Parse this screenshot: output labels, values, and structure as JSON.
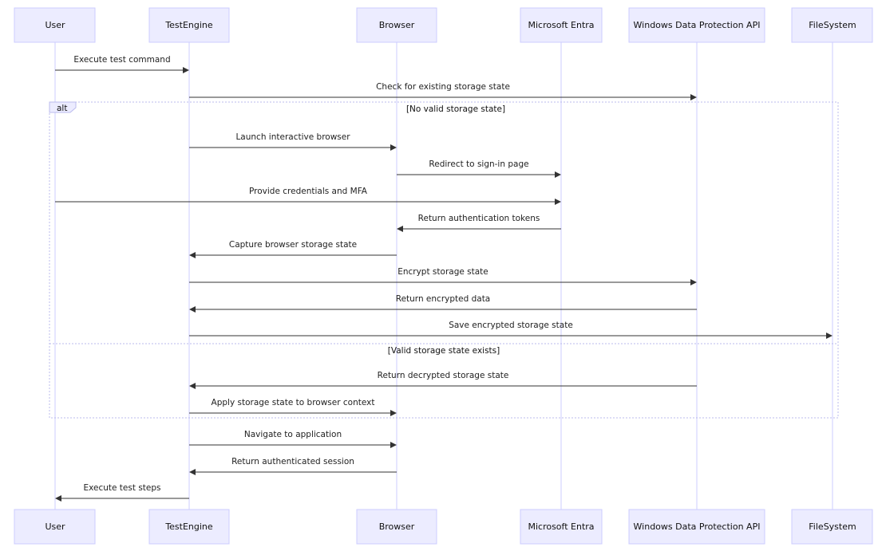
{
  "actors": [
    {
      "id": "user",
      "label": "User"
    },
    {
      "id": "testengine",
      "label": "TestEngine"
    },
    {
      "id": "browser",
      "label": "Browser"
    },
    {
      "id": "entra",
      "label": "Microsoft Entra"
    },
    {
      "id": "dpapi",
      "label": "Windows Data Protection API"
    },
    {
      "id": "fs",
      "label": "FileSystem"
    }
  ],
  "alt": {
    "label": "alt",
    "condition_1": "[No valid storage state]",
    "condition_2": "[Valid storage state exists]"
  },
  "messages": [
    {
      "from": "user",
      "to": "testengine",
      "text": "Execute test command"
    },
    {
      "from": "testengine",
      "to": "dpapi",
      "text": "Check for existing storage state"
    },
    {
      "from": "testengine",
      "to": "browser",
      "text": "Launch interactive browser"
    },
    {
      "from": "browser",
      "to": "entra",
      "text": "Redirect to sign-in page"
    },
    {
      "from": "user",
      "to": "entra",
      "text": "Provide credentials and MFA"
    },
    {
      "from": "entra",
      "to": "browser",
      "text": "Return authentication tokens"
    },
    {
      "from": "browser",
      "to": "testengine",
      "text": "Capture browser storage state"
    },
    {
      "from": "testengine",
      "to": "dpapi",
      "text": "Encrypt storage state"
    },
    {
      "from": "dpapi",
      "to": "testengine",
      "text": "Return encrypted data"
    },
    {
      "from": "testengine",
      "to": "fs",
      "text": "Save encrypted storage state"
    },
    {
      "from": "dpapi",
      "to": "testengine",
      "text": "Return decrypted storage state"
    },
    {
      "from": "testengine",
      "to": "browser",
      "text": "Apply storage state to browser context"
    },
    {
      "from": "testengine",
      "to": "browser",
      "text": "Navigate to application"
    },
    {
      "from": "browser",
      "to": "testengine",
      "text": "Return authenticated session"
    },
    {
      "from": "testengine",
      "to": "user",
      "text": "Execute test steps"
    }
  ]
}
